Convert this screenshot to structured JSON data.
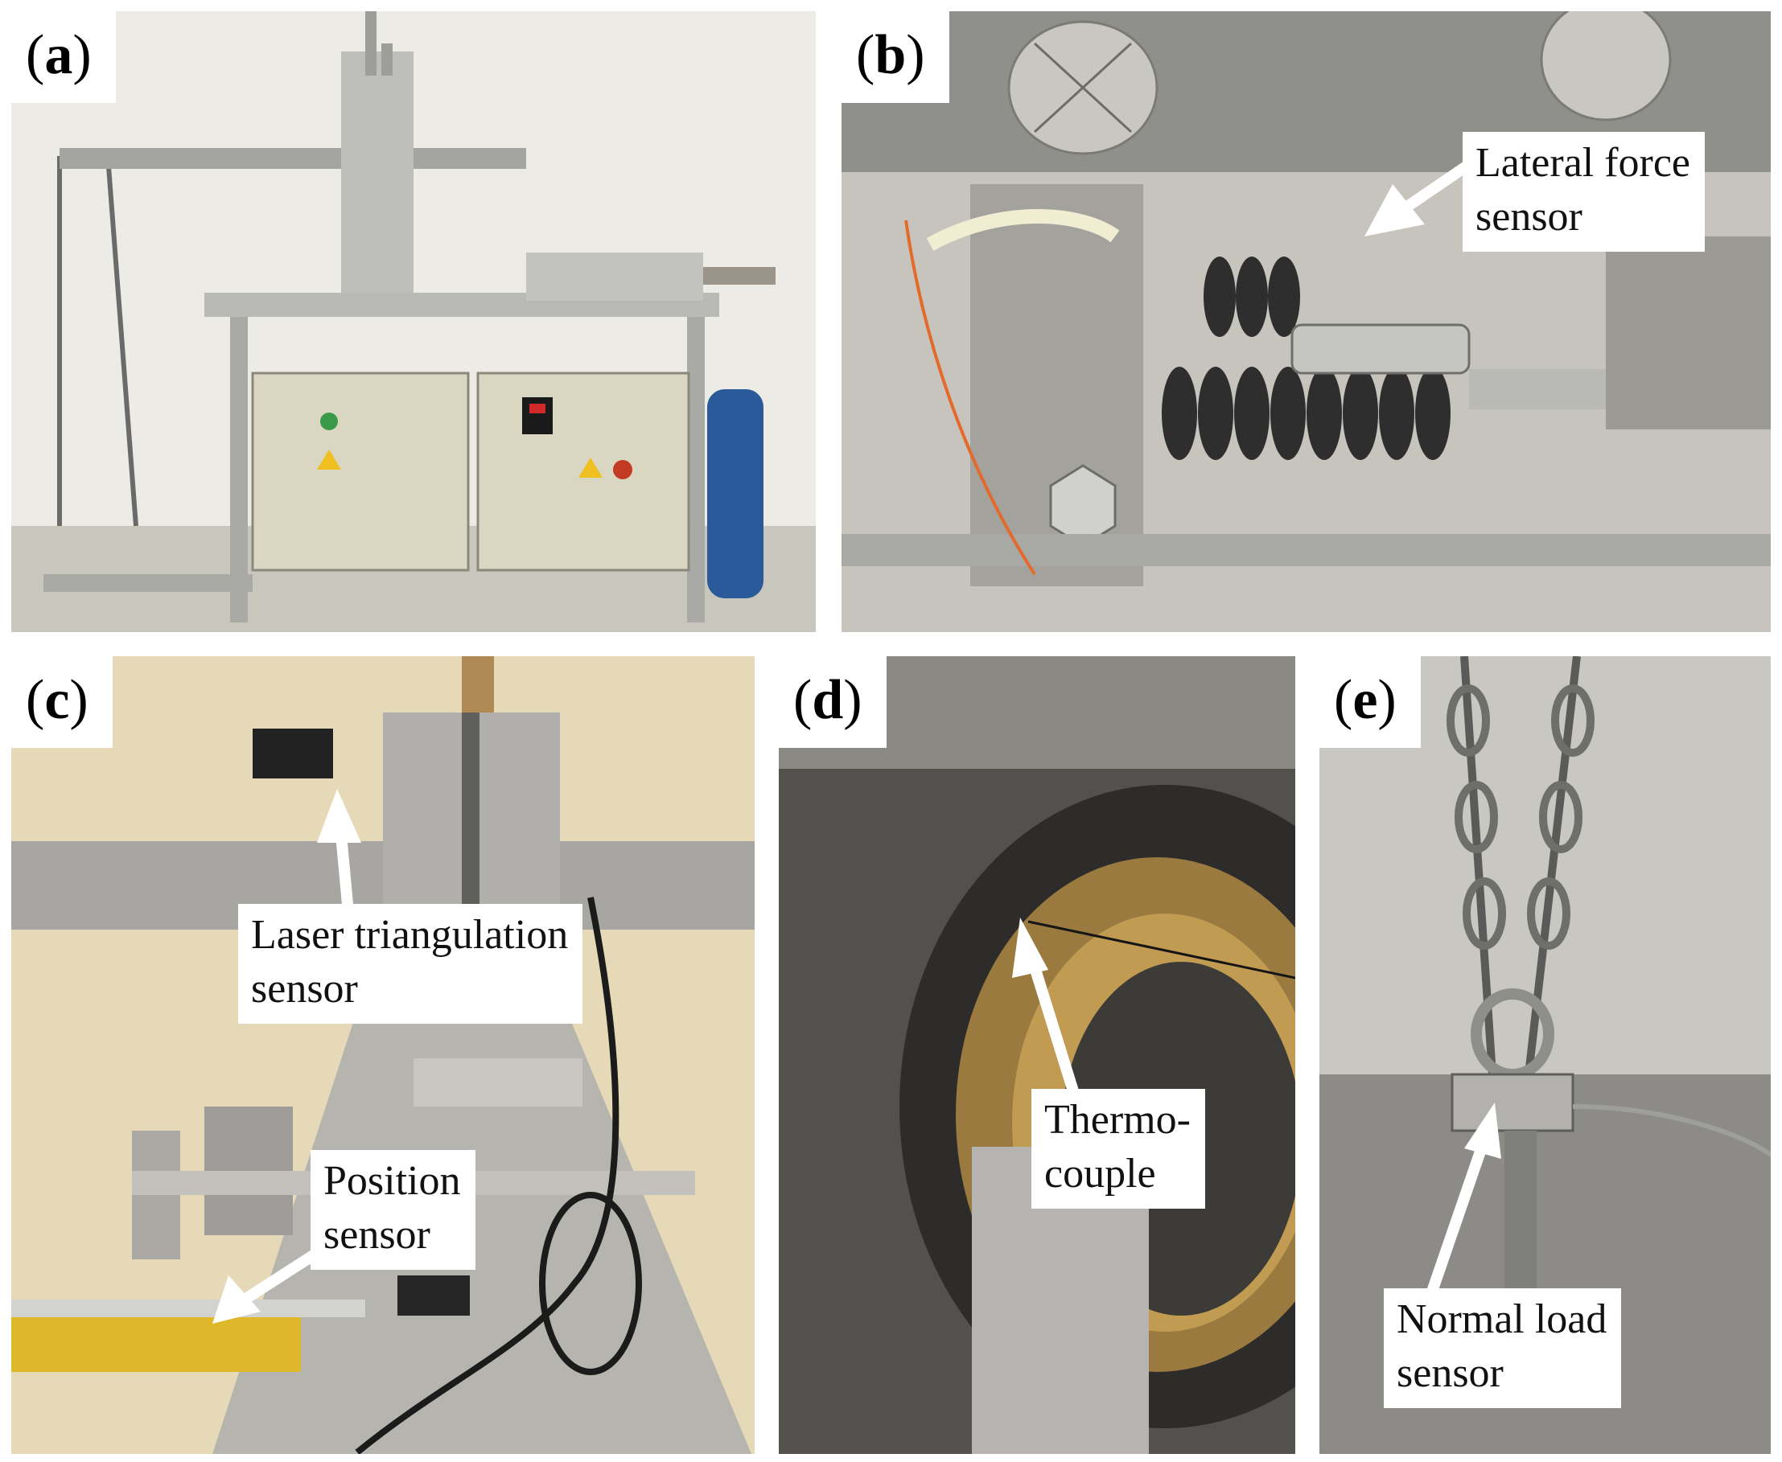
{
  "panels": {
    "a": {
      "label_open": "(",
      "label_letter": "a",
      "label_close": ")"
    },
    "b": {
      "label_open": "(",
      "label_letter": "b",
      "label_close": ")",
      "annotation": {
        "line1": "Lateral force",
        "line2": "sensor"
      }
    },
    "c": {
      "label_open": "(",
      "label_letter": "c",
      "label_close": ")",
      "annotation_laser": {
        "line1": "Laser triangulation",
        "line2": "sensor"
      },
      "annotation_position": {
        "line1": "Position",
        "line2": "sensor"
      }
    },
    "d": {
      "label_open": "(",
      "label_letter": "d",
      "label_close": ")",
      "annotation": {
        "line1": "Thermo-",
        "line2": "couple"
      }
    },
    "e": {
      "label_open": "(",
      "label_letter": "e",
      "label_close": ")",
      "annotation": {
        "line1": "Normal load",
        "line2": "sensor"
      }
    }
  },
  "colors": {
    "background": "#ffffff",
    "label_box": "#ffffff",
    "arrow": "#ffffff",
    "cabinet": "#d9d7c2",
    "aluminium": "#b8b8b4",
    "brass": "#b8934a",
    "yellow_rail": "#e0b82a"
  }
}
